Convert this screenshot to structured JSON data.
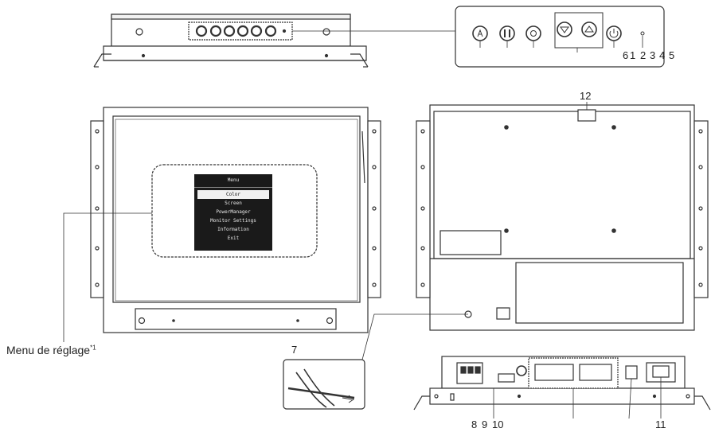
{
  "callouts": {
    "c1": "1",
    "c2": "2",
    "c3": "3",
    "c4": "4",
    "c5": "5",
    "c6": "6",
    "c7": "7",
    "c8": "8",
    "c9": "9",
    "c10": "10",
    "c11": "11",
    "c12": "12"
  },
  "menu_caption": {
    "text": "Menu de réglage",
    "note": "*1"
  },
  "osd_menu": {
    "title": "Menu",
    "items": [
      "Color",
      "Screen",
      "PowerManager",
      "Monitor Settings",
      "Information",
      "Exit"
    ],
    "selected_index": 0
  }
}
